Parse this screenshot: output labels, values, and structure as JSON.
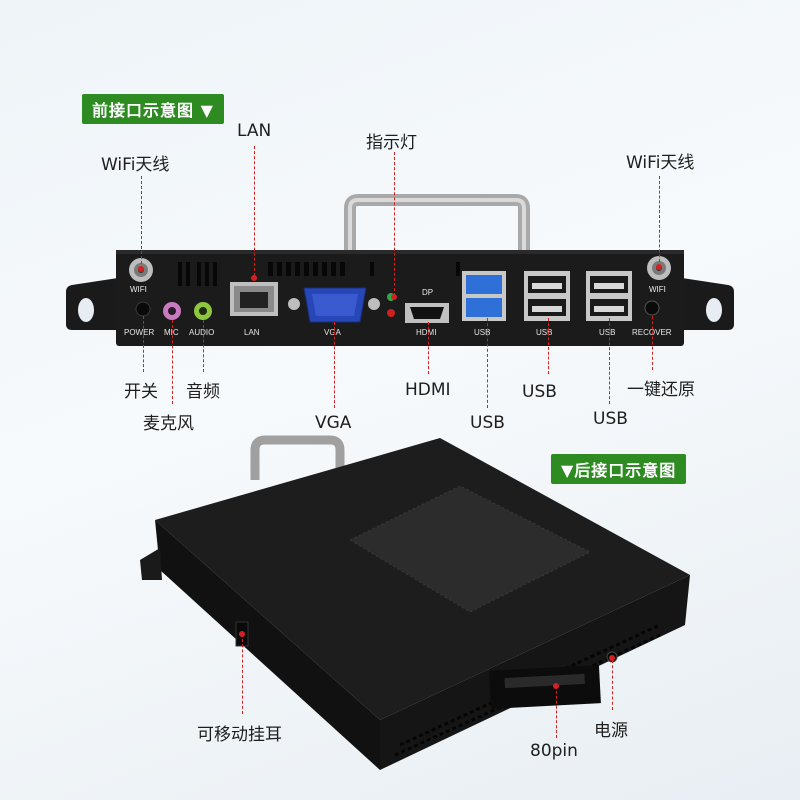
{
  "front_badge": "前接口示意图 ▼",
  "rear_badge": "▼后接口示意图",
  "callouts": {
    "wifi_left": "WiFi天线",
    "lan": "LAN",
    "indicator": "指示灯",
    "wifi_right": "WiFi天线",
    "power_switch": "开关",
    "mic": "麦克风",
    "audio": "音频",
    "hdmi": "HDMI",
    "vga": "VGA",
    "usb1": "USB",
    "usb2": "USB",
    "usb3": "USB",
    "recover": "一键还原",
    "ear": "可移动挂耳",
    "pin80": "80pin",
    "power_in": "电源"
  },
  "panel_labels": {
    "wifi_l": "WIFI",
    "wifi_r": "WIFI",
    "power": "POWER",
    "mic": "MIC",
    "audio": "AUDIO",
    "lan": "LAN",
    "vga": "VGA",
    "dp": "DP",
    "hdmi": "HDMI",
    "usb1": "USB",
    "usb2": "USB",
    "usb3": "USB",
    "recover": "RECOVER"
  },
  "colors": {
    "badge": "#2e8b22",
    "callout_line": "#d32020",
    "chassis": "#1b1b1b",
    "usb_blue": "#2f6fd8",
    "vga_blue": "#2746b8"
  }
}
